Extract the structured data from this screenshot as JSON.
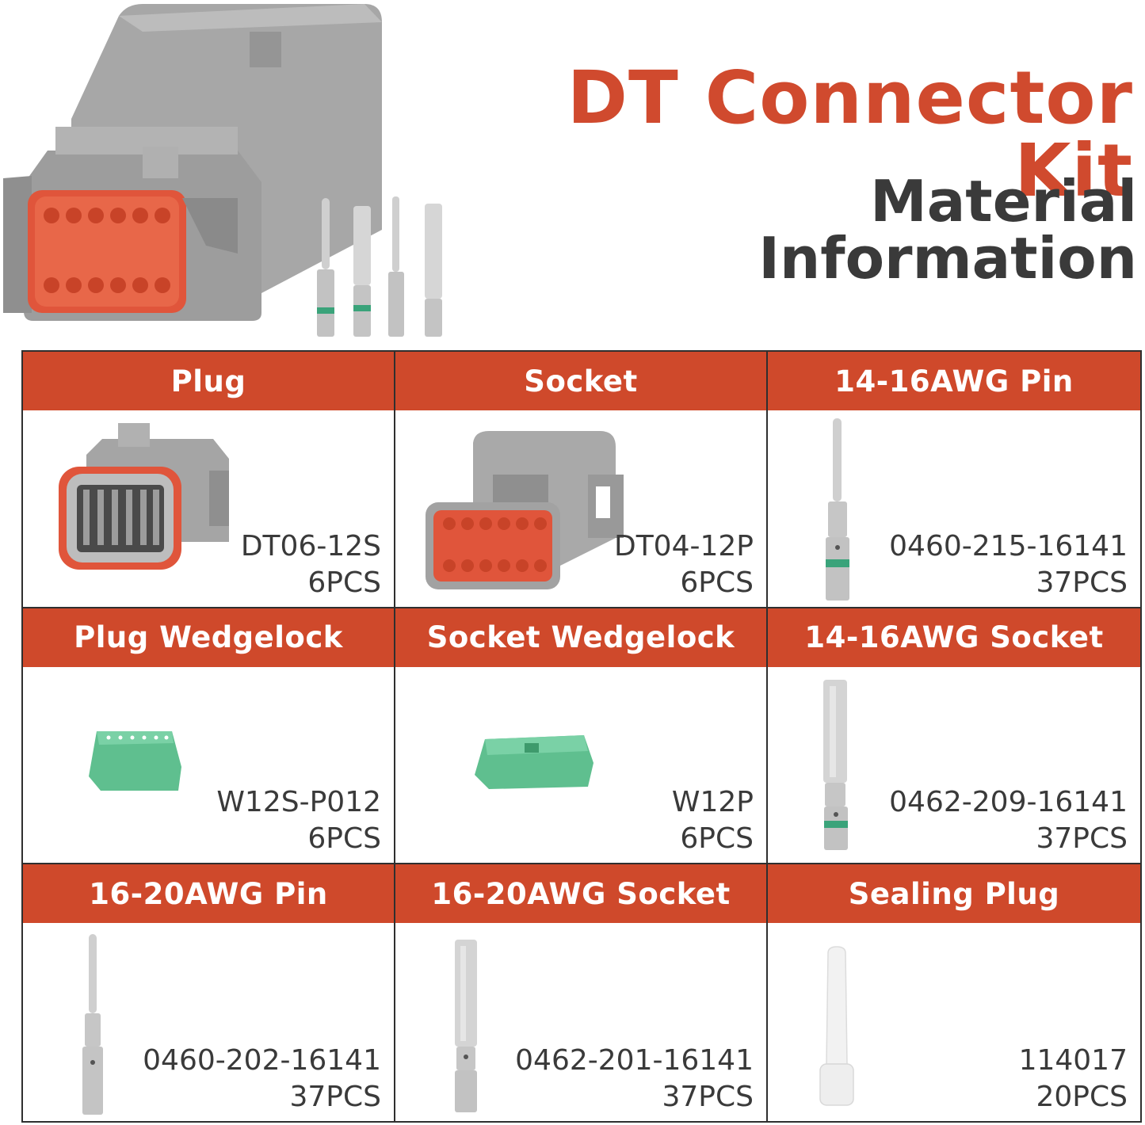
{
  "header": {
    "title": "DT Connector Kit",
    "subtitle": "Material Information"
  },
  "colors": {
    "accent": "#cf492b",
    "title_text": "#d04a2e",
    "dark_text": "#3a3a3a",
    "housing_gray": "#9e9e9e",
    "seal_orange": "#e0553b",
    "wedge_green": "#5fbf8f",
    "contact_silver": "#c7c7c7",
    "band_green": "#3aa37a"
  },
  "items": [
    {
      "name": "Plug",
      "part": "DT06-12S",
      "qty": "6PCS",
      "icon": "plug-housing-icon"
    },
    {
      "name": "Socket",
      "part": "DT04-12P",
      "qty": "6PCS",
      "icon": "socket-housing-icon"
    },
    {
      "name": "14-16AWG Pin",
      "part": "0460-215-16141",
      "qty": "37PCS",
      "icon": "pin-contact-icon"
    },
    {
      "name": "Plug Wedgelock",
      "part": "W12S-P012",
      "qty": "6PCS",
      "icon": "plug-wedgelock-icon"
    },
    {
      "name": "Socket Wedgelock",
      "part": "W12P",
      "qty": "6PCS",
      "icon": "socket-wedgelock-icon"
    },
    {
      "name": "14-16AWG Socket",
      "part": "0462-209-16141",
      "qty": "37PCS",
      "icon": "socket-contact-icon"
    },
    {
      "name": "16-20AWG Pin",
      "part": "0460-202-16141",
      "qty": "37PCS",
      "icon": "pin-contact-icon"
    },
    {
      "name": "16-20AWG Socket",
      "part": "0462-201-16141",
      "qty": "37PCS",
      "icon": "socket-contact-icon"
    },
    {
      "name": "Sealing Plug",
      "part": "114017",
      "qty": "20PCS",
      "icon": "sealing-plug-icon"
    }
  ]
}
